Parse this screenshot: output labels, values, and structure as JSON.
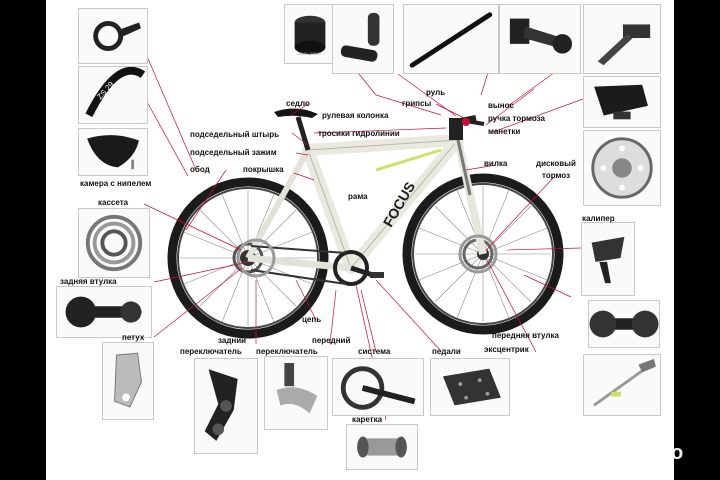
{
  "colors": {
    "leader": "#c8102e",
    "frame": "#f2f2ea",
    "accent": "#cfe06a",
    "tire": "#1b1b1b",
    "background": "#000000",
    "panel": "#ffffff"
  },
  "labels": {
    "seat_clamp_quick": "",
    "saddle": "седло",
    "headset": "рулевая колонка",
    "handlebar": "руль",
    "grips": "грипсы",
    "stem": "вынос",
    "brake_lever": "ручка тормоза",
    "shifters": "манетки",
    "seatpost": "подседельный штырь",
    "hydraulic_cables": "тросики гидролинии",
    "seat_clamp": "подседельный зажим",
    "tire": "покрышка",
    "fork": "вилка",
    "disc_brake": "дисковый",
    "disc_brake_2": "тормоз",
    "tube": "камера с нипелем",
    "rim": "обод",
    "frame": "рама",
    "cassette": "кассета",
    "caliper": "калипер",
    "rear_hub": "задняя втулка",
    "front_hub": "передняя втулка",
    "quick_release": "эксцентрик",
    "dropout": "петух",
    "chain": "цепь",
    "rear_derailleur_1": "задний",
    "rear_derailleur_2": "переключатель",
    "front_derailleur_1": "передний",
    "front_derailleur_2": "переключатель",
    "crankset": "система",
    "pedals": "педали",
    "bottom_bracket": "каретка"
  },
  "brand_text": {
    "frame_logo": "FOCUS",
    "rim_text": "ZS 29",
    "headset_text": "CANE CREEK"
  },
  "watermark": {
    "text": "Avito"
  }
}
